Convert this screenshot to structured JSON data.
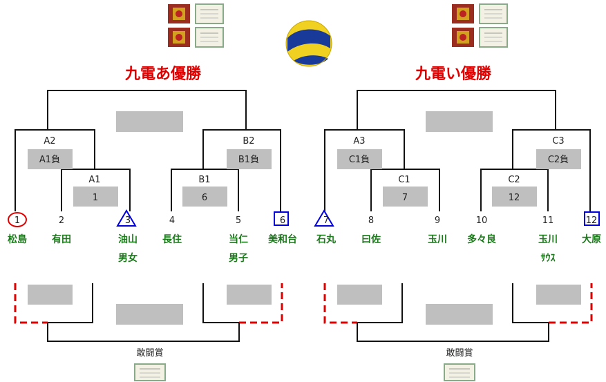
{
  "left": {
    "title": "九電あ優勝",
    "match_labels": {
      "a2": "A2",
      "a1": "A1",
      "b1": "B1",
      "b2": "B2"
    },
    "box_labels": {
      "a2": "A1負",
      "a1": "1",
      "b1": "6",
      "b2": "B1負"
    },
    "numbers": [
      "1",
      "2",
      "3",
      "4",
      "5",
      "6"
    ],
    "teams": [
      "松島",
      "有田",
      "油山",
      "長住",
      "当仁",
      "美和台"
    ],
    "teams_line2": {
      "t3": "男女",
      "t5": "男子"
    },
    "consolation": "敢闘賞"
  },
  "right": {
    "title": "九電い優勝",
    "match_labels": {
      "a3": "A3",
      "c1": "C1",
      "c2": "C2",
      "c3": "C3"
    },
    "box_labels": {
      "a3": "C1負",
      "c1": "7",
      "c2": "12",
      "c3": "C2負"
    },
    "numbers": [
      "7",
      "8",
      "9",
      "10",
      "11",
      "12"
    ],
    "teams": [
      "石丸",
      "曰佐",
      "玉川",
      "多々良",
      "玉川",
      "大原"
    ],
    "teams_line2": {
      "t11": "ｻｳｽ"
    },
    "consolation": "敢闘賞"
  },
  "colors": {
    "title": "#e00000",
    "team": "#1a7a1a",
    "circle": "#e00000",
    "triangle": "#0000dd",
    "square": "#0000dd",
    "dashed": "#e00000",
    "box": "#bfbfbf"
  },
  "icons": [
    "trophy-plaque-icon",
    "certificate-icon",
    "volleyball-icon"
  ]
}
